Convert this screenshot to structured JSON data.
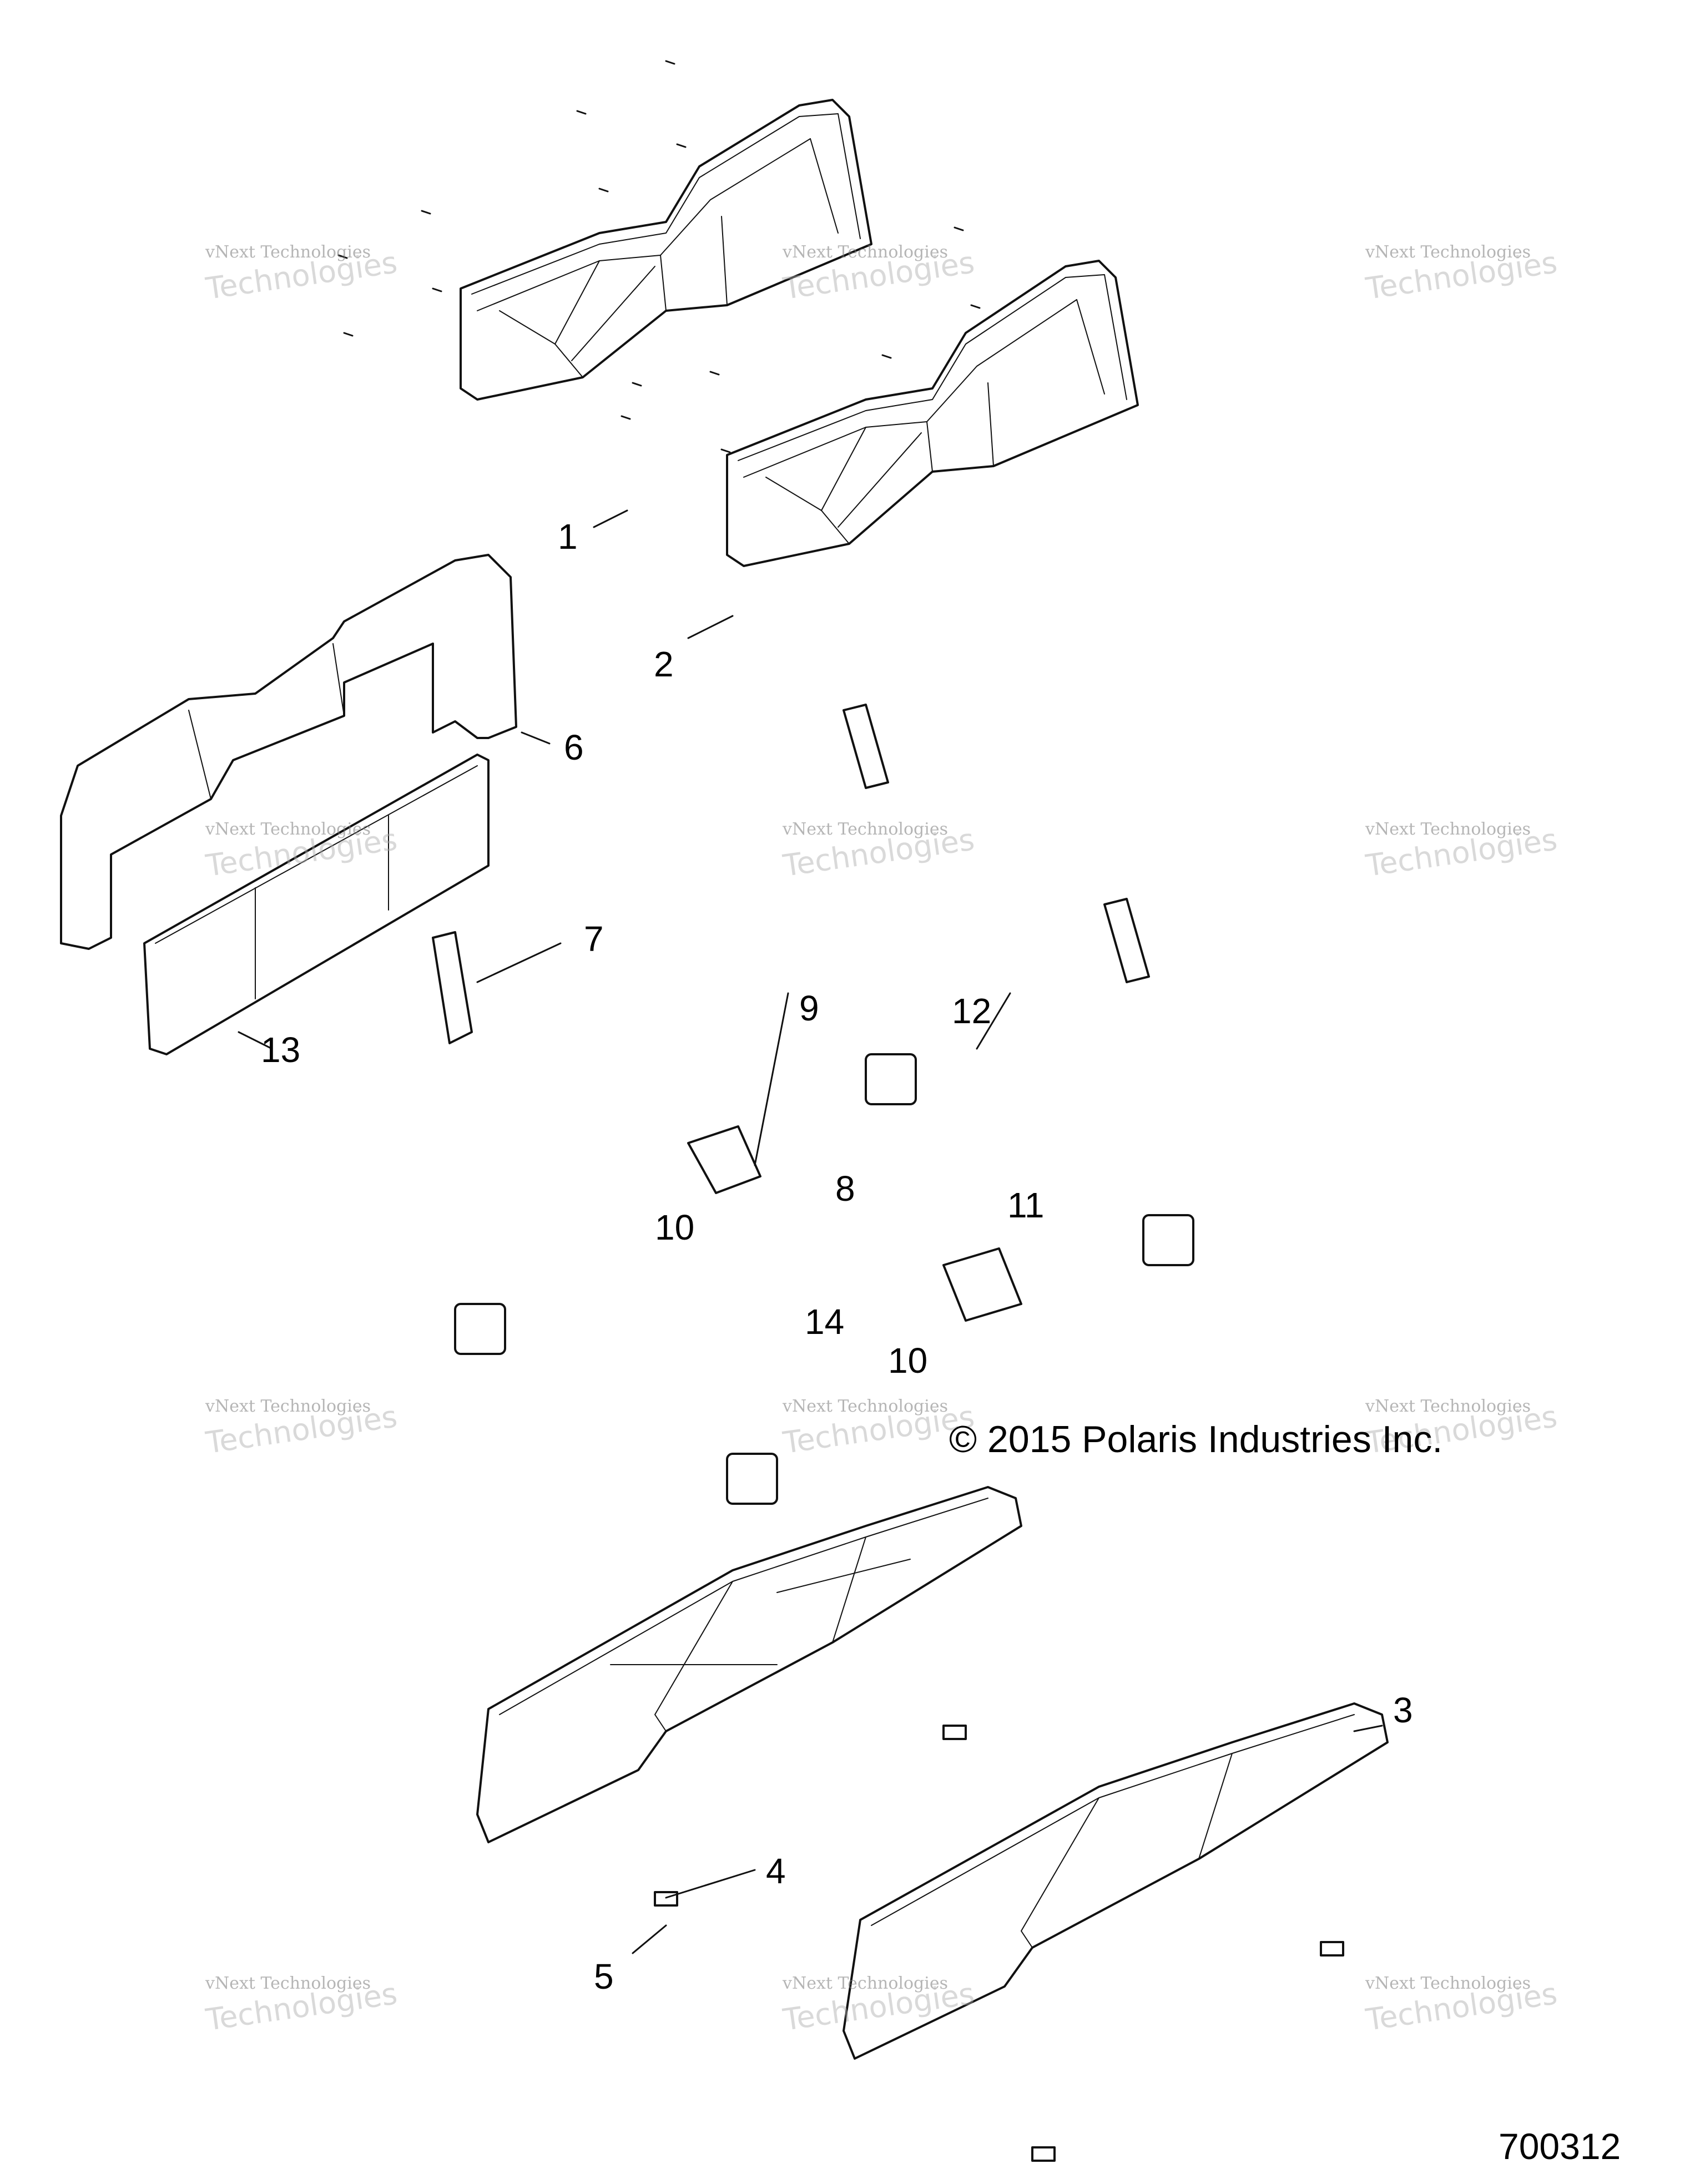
{
  "callouts": [
    "1",
    "2",
    "3",
    "4",
    "5",
    "6",
    "7",
    "8",
    "9",
    "10",
    "10",
    "11",
    "12",
    "13",
    "14"
  ],
  "watermark": {
    "line1": "vNext Technologies",
    "line2": "Technologies"
  },
  "copyright": "© 2015 Polaris Industries Inc.",
  "diagram_id": "700312",
  "icons": [
    "seat-back-icon",
    "seat-bottom-icon",
    "screw-icon",
    "bracket-icon",
    "seat-belt-buckle-icon",
    "seat-belt-retractor-icon",
    "seat-back-panel-icon"
  ]
}
